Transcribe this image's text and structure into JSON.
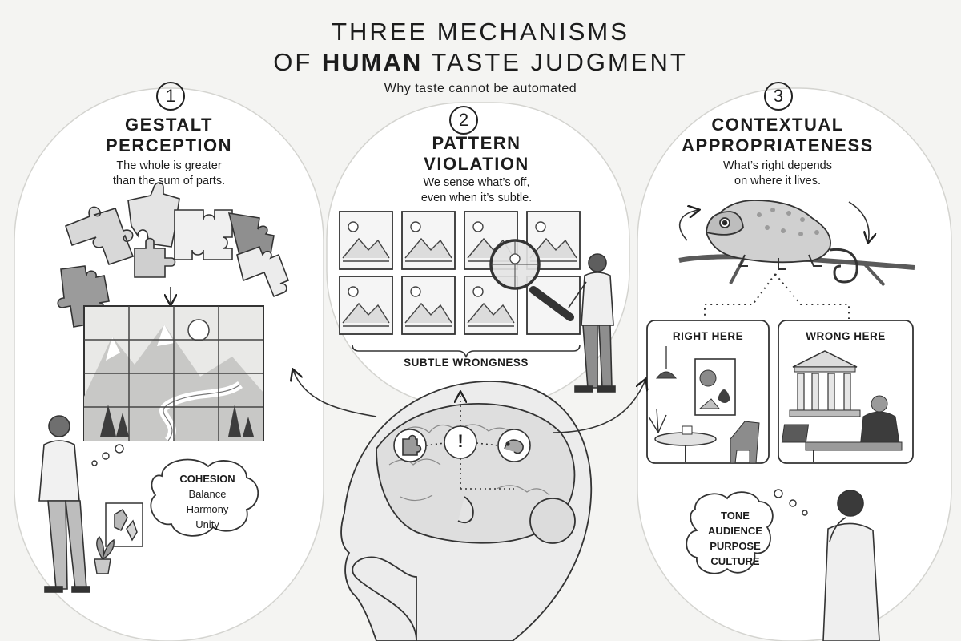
{
  "title": {
    "line1": "THREE MECHANISMS",
    "line2_prefix": "OF",
    "line2_emphasis": "HUMAN",
    "line2_suffix": "TASTE JUDGMENT",
    "subtitle": "Why taste cannot be automated"
  },
  "panels": [
    {
      "number": "1",
      "title_line1": "GESTALT",
      "title_line2": "PERCEPTION",
      "desc_line1": "The whole is greater",
      "desc_line2": "than the sum of parts.",
      "cloud": [
        "COHESION",
        "Balance",
        "Harmony",
        "Unity"
      ]
    },
    {
      "number": "2",
      "title_line1": "PATTERN",
      "title_line2": "VIOLATION",
      "desc_line1": "We sense what’s off,",
      "desc_line2": "even when it’s subtle.",
      "caption": "SUBTLE WRONGNESS"
    },
    {
      "number": "3",
      "title_line1": "CONTEXTUAL",
      "title_line2": "APPROPRIATENESS",
      "desc_line1": "What’s right depends",
      "desc_line2": "on where it lives.",
      "right_label": "RIGHT HERE",
      "wrong_label": "WRONG HERE",
      "cloud": [
        "TONE",
        "AUDIENCE",
        "PURPOSE",
        "CULTURE"
      ]
    }
  ],
  "brain": {
    "center_glyph": "!"
  },
  "colors": {
    "background": "#f4f4f2",
    "ink": "#1c1c1c",
    "panel_fill": "#ffffff"
  }
}
